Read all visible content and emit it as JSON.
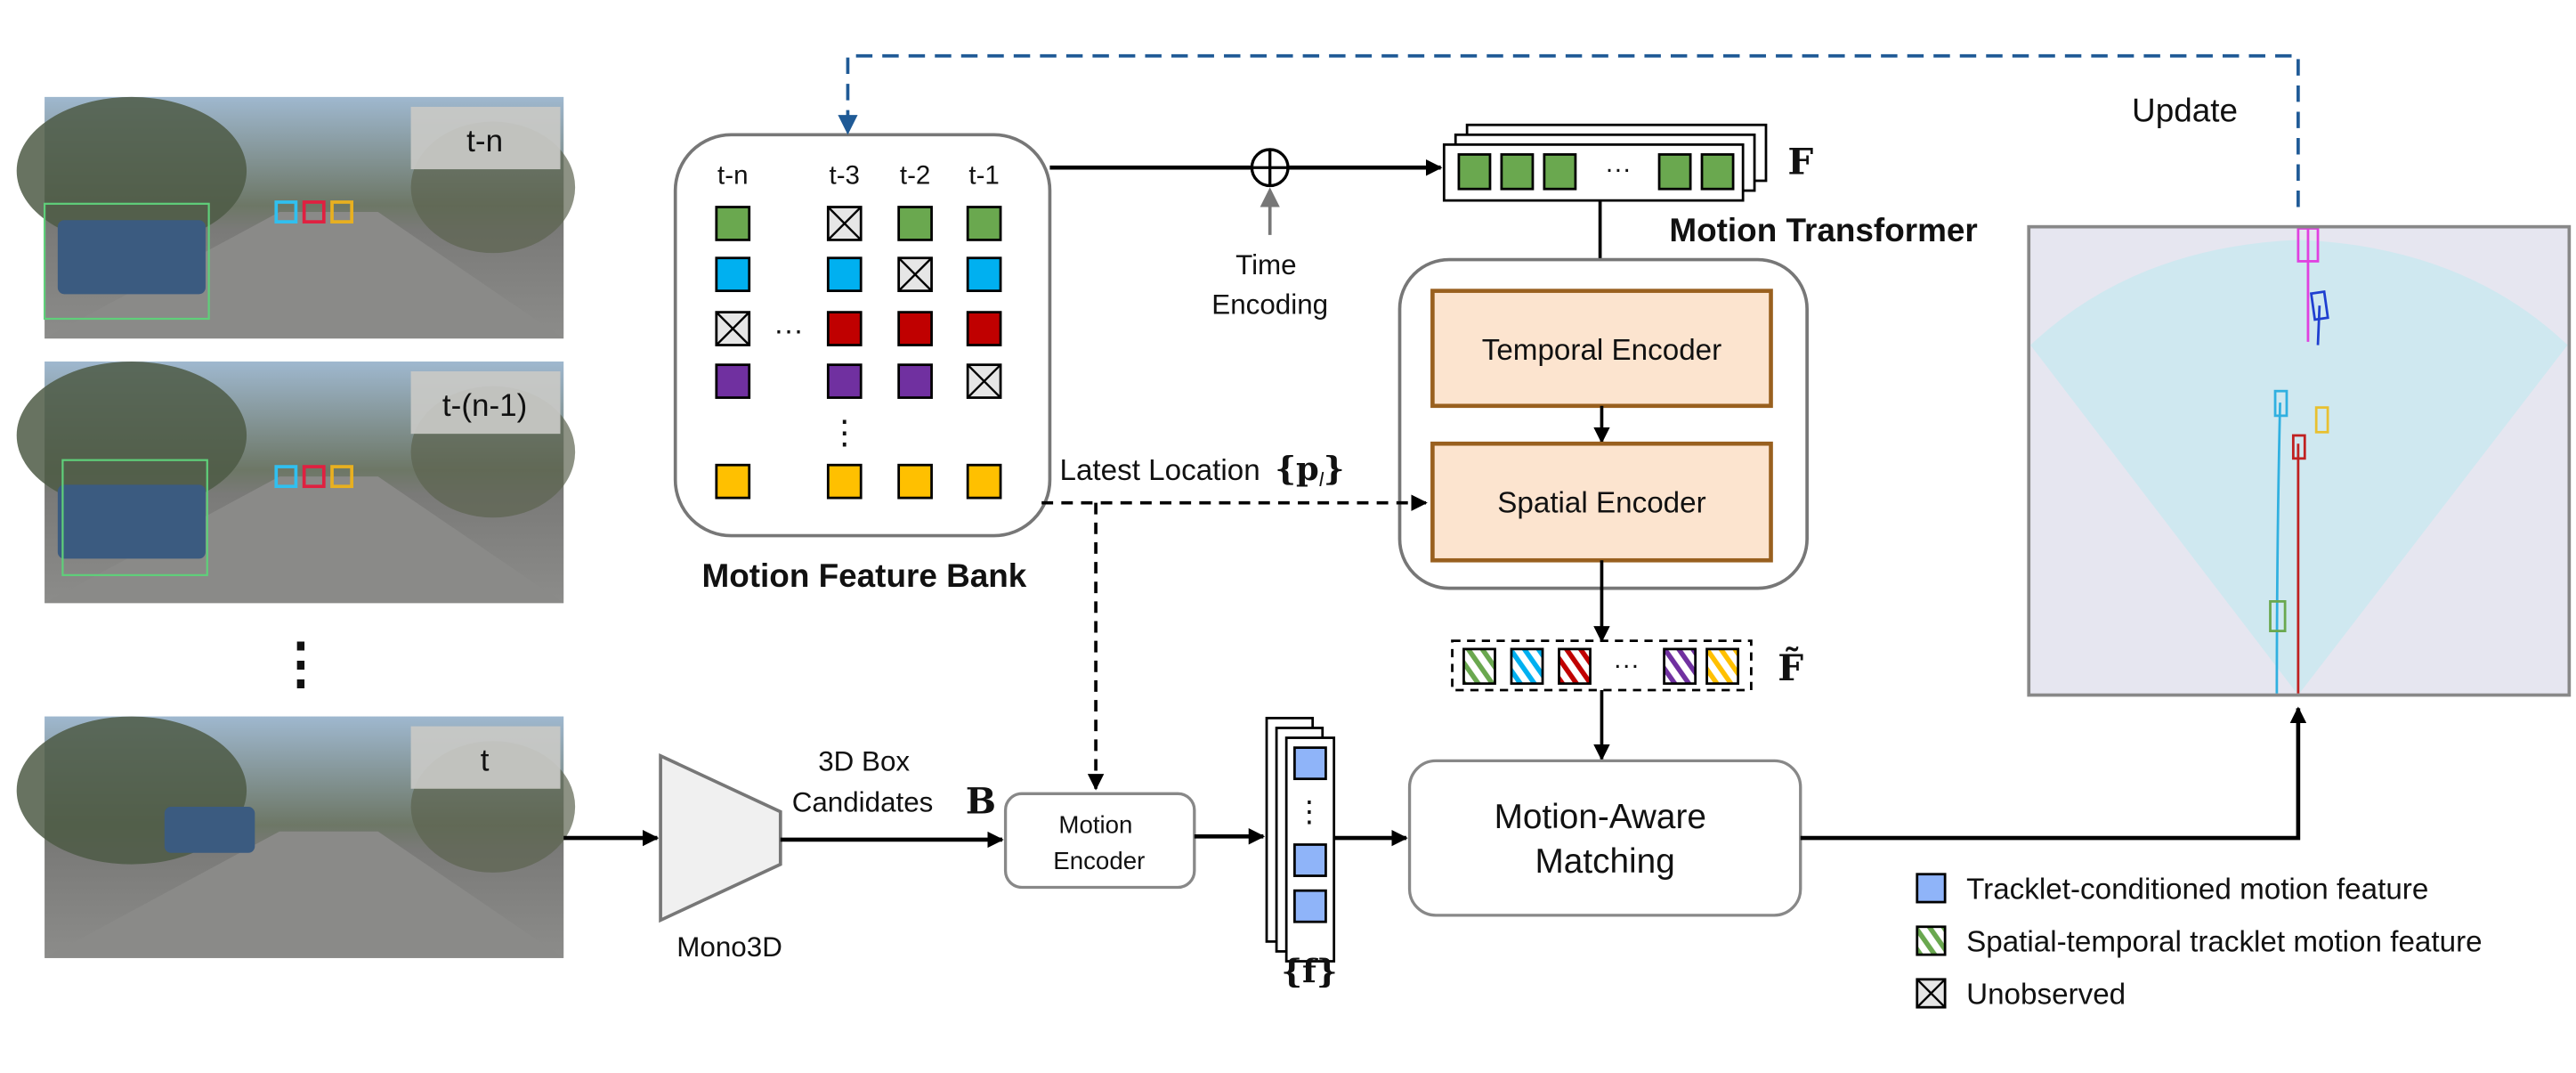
{
  "frames": [
    {
      "label": "t-n"
    },
    {
      "label": "t-(n-1)"
    },
    {
      "label": "t"
    }
  ],
  "frames_ellipsis": "⋮",
  "feature_bank": {
    "title": "Motion Feature Bank",
    "columns": [
      "t-n",
      "t-3",
      "t-2",
      "t-1"
    ],
    "h_ellipsis": "···",
    "v_ellipsis": "⋮",
    "rows": [
      {
        "color": "#6aa84f",
        "cells": [
          "obs",
          "unobs",
          "obs",
          "obs"
        ]
      },
      {
        "color": "#00b0f0",
        "cells": [
          "obs",
          "obs",
          "unobs",
          "obs"
        ]
      },
      {
        "color": "#c00000",
        "cells": [
          "unobs",
          "obs",
          "obs",
          "obs"
        ]
      },
      {
        "color": "#7030a0",
        "cells": [
          "obs",
          "obs",
          "obs",
          "unobs"
        ]
      },
      {
        "color": "#ffc000",
        "cells": [
          "obs",
          "obs",
          "obs",
          "obs"
        ]
      }
    ]
  },
  "time_encoding": {
    "label_line1": "Time",
    "label_line2": "Encoding"
  },
  "feature_F": {
    "symbol": "F",
    "ellipsis": "···",
    "color": "#6aa84f"
  },
  "transformer": {
    "title": "Motion Transformer",
    "temporal_encoder": "Temporal Encoder",
    "spatial_encoder": "Spatial Encoder",
    "block_fill": "#fce4cf",
    "block_stroke": "#99601f"
  },
  "latest_location": {
    "label": "Latest Location",
    "symbol": "{p_l}"
  },
  "feature_F_tilde": {
    "symbol": "F̃",
    "ellipsis": "···",
    "colors": [
      "#6aa84f",
      "#00b0f0",
      "#c00000",
      "#7030a0",
      "#ffc000"
    ]
  },
  "mono3d": {
    "label": "Mono3D"
  },
  "box_candidates": {
    "line1": "3D Box",
    "line2": "Candidates",
    "symbol": "B"
  },
  "motion_encoder": {
    "line1": "Motion",
    "line2": "Encoder"
  },
  "feature_f": {
    "symbol": "{f}",
    "ellipsis": "⋮",
    "color": "#8fb4f9"
  },
  "matching": {
    "line1": "Motion-Aware",
    "line2": "Matching"
  },
  "update": {
    "label": "Update",
    "color": "#1f5a96"
  },
  "legend": [
    {
      "type": "solid",
      "label": "Tracklet-conditioned motion feature",
      "color": "#8fb4f9"
    },
    {
      "type": "hatched",
      "label": "Spatial-temporal tracklet motion feature",
      "color": "#6aa84f"
    },
    {
      "type": "unobserved",
      "label": "Unobserved"
    }
  ],
  "bev": {
    "background": "#e6e6f0",
    "fov_color": "#cfe8f0",
    "tracks": [
      {
        "color": "#e040e0"
      },
      {
        "color": "#1f3fd0"
      },
      {
        "color": "#30b0e0"
      },
      {
        "color": "#e8c030"
      },
      {
        "color": "#c02020"
      },
      {
        "color": "#6aa84f"
      }
    ]
  }
}
